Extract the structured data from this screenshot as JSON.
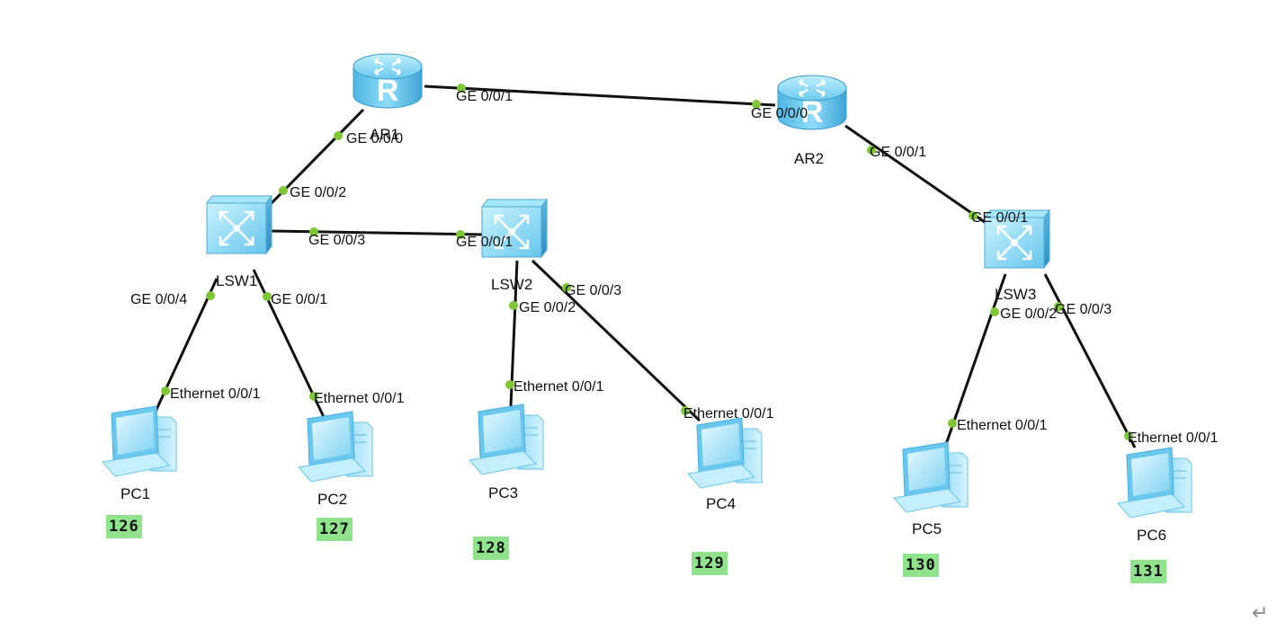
{
  "colors": {
    "link": "#111111",
    "port_dot": "#7ec636",
    "device": "#5ec5ee",
    "tag_bg": "#90e28d"
  },
  "devices": {
    "ar1": {
      "label": "AR1",
      "icon": "router-icon"
    },
    "ar2": {
      "label": "AR2",
      "icon": "router-icon"
    },
    "lsw1": {
      "label": "LSW1",
      "icon": "switch-icon"
    },
    "lsw2": {
      "label": "LSW2",
      "icon": "switch-icon"
    },
    "lsw3": {
      "label": "LSW3",
      "icon": "switch-icon"
    },
    "pc1": {
      "label": "PC1",
      "icon": "pc-icon",
      "tag": "126"
    },
    "pc2": {
      "label": "PC2",
      "icon": "pc-icon",
      "tag": "127"
    },
    "pc3": {
      "label": "PC3",
      "icon": "pc-icon",
      "tag": "128"
    },
    "pc4": {
      "label": "PC4",
      "icon": "pc-icon",
      "tag": "129"
    },
    "pc5": {
      "label": "PC5",
      "icon": "pc-icon",
      "tag": "130"
    },
    "pc6": {
      "label": "PC6",
      "icon": "pc-icon",
      "tag": "131"
    }
  },
  "links": {
    "ar1_ar2": {
      "from": "AR1",
      "to": "AR2",
      "from_port": "GE 0/0/1",
      "to_port": "GE 0/0/0"
    },
    "ar1_lsw1": {
      "from": "AR1",
      "to": "LSW1",
      "from_port": "GE 0/0/0",
      "to_port": "GE 0/0/2"
    },
    "lsw1_lsw2": {
      "from": "LSW1",
      "to": "LSW2",
      "from_port": "GE 0/0/3",
      "to_port": "GE 0/0/1"
    },
    "lsw1_pc1": {
      "from": "LSW1",
      "to": "PC1",
      "from_port": "GE 0/0/4",
      "to_port": "Ethernet 0/0/1"
    },
    "lsw1_pc2": {
      "from": "LSW1",
      "to": "PC2",
      "from_port": "GE 0/0/1",
      "to_port": "Ethernet 0/0/1"
    },
    "lsw2_pc3": {
      "from": "LSW2",
      "to": "PC3",
      "from_port": "GE 0/0/2",
      "to_port": "Ethernet 0/0/1"
    },
    "lsw2_pc4": {
      "from": "LSW2",
      "to": "PC4",
      "from_port": "GE 0/0/3",
      "to_port": "Ethernet 0/0/1"
    },
    "ar2_lsw3": {
      "from": "AR2",
      "to": "LSW3",
      "from_port": "GE 0/0/1",
      "to_port": "GE 0/0/1"
    },
    "lsw3_pc5": {
      "from": "LSW3",
      "to": "PC5",
      "from_port": "GE 0/0/2",
      "to_port": "Ethernet 0/0/1"
    },
    "lsw3_pc6": {
      "from": "LSW3",
      "to": "PC6",
      "from_port": "GE 0/0/3",
      "to_port": "Ethernet 0/0/1"
    }
  },
  "return_mark": "↵"
}
